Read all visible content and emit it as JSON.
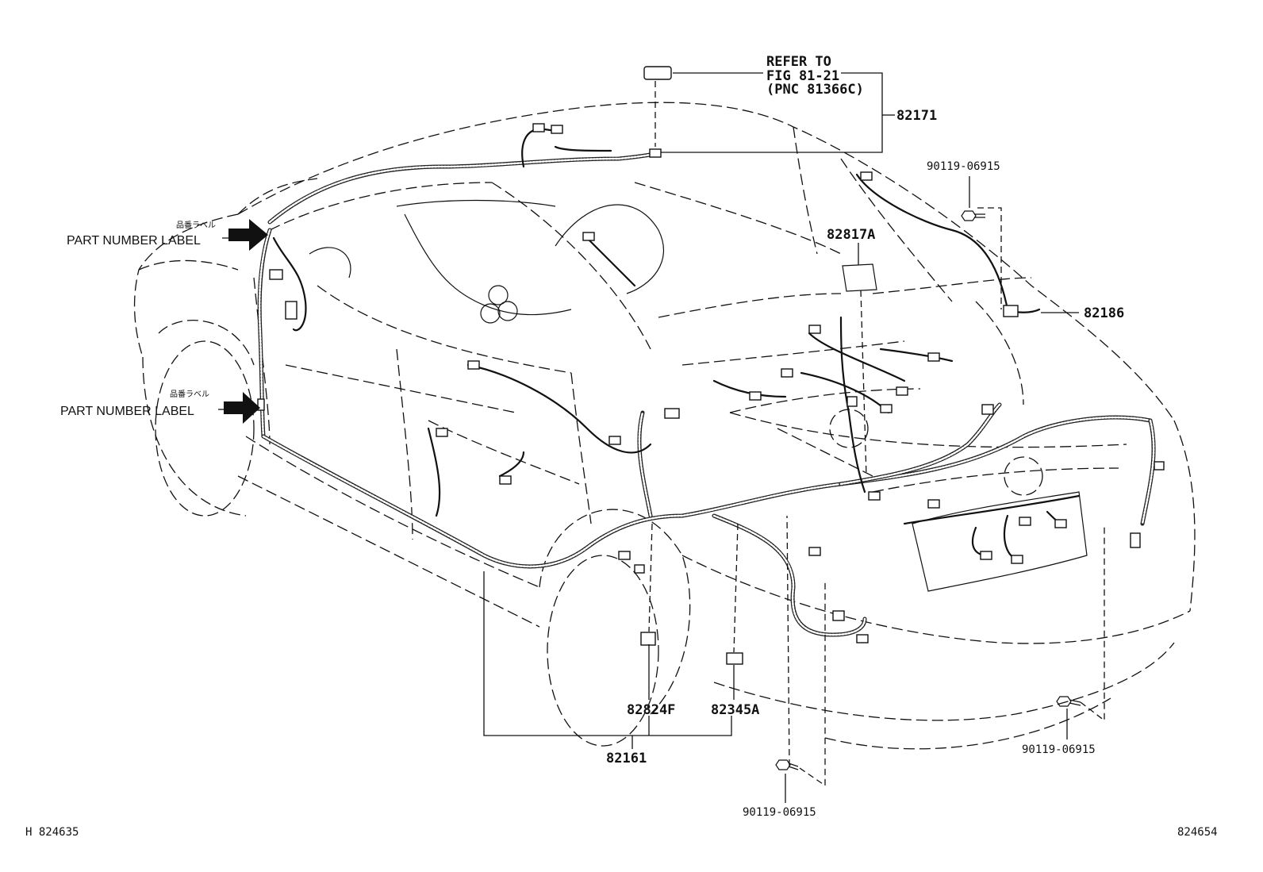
{
  "labels": {
    "refer_line1": "REFER TO",
    "refer_line2": "FIG 81-21",
    "refer_line3": "(PNC 81366C)",
    "p82171": "82171",
    "p90119_top": "90119-06915",
    "p82817A": "82817A",
    "p82186": "82186",
    "p82824F": "82824F",
    "p82345A": "82345A",
    "p82161": "82161",
    "p90119_right": "90119-06915",
    "p90119_bottom": "90119-06915",
    "part_label_1": "PART NUMBER LABEL",
    "part_label_2": "PART NUMBER LABEL",
    "jp_label_1": "品番ラベル",
    "jp_label_2": "品番ラベル",
    "footer_left": "H 824635",
    "footer_right": "824654"
  },
  "icons": {
    "arrow": "right-arrow-icon",
    "bolt": "bolt-icon",
    "connector": "connector-icon"
  },
  "colors": {
    "line": "#111111",
    "background": "#ffffff"
  }
}
